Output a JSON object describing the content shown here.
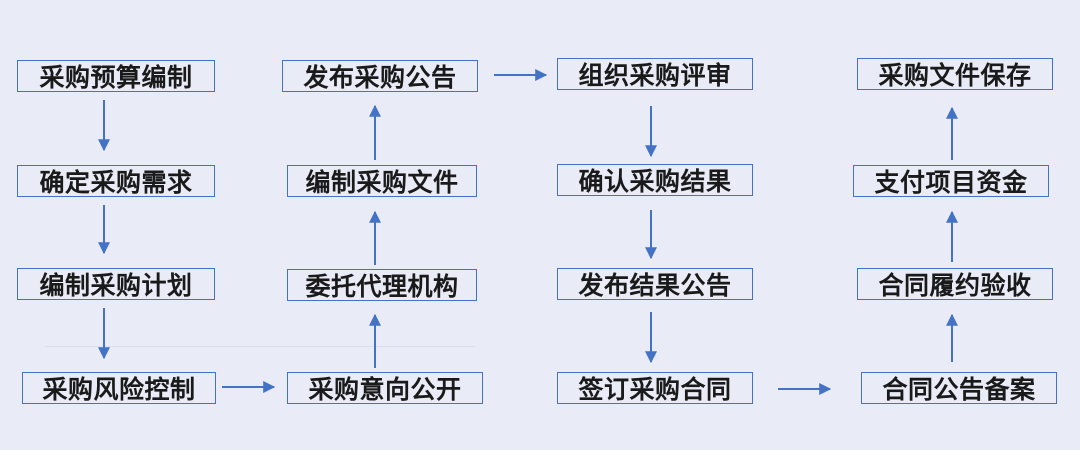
{
  "colors": {
    "background": "#e9ecf7",
    "box_border": "#4472c4",
    "arrow": "#4472c4",
    "text": "#1a1a1a"
  },
  "nodes": {
    "c1_1": "采购预算编制",
    "c1_2": "确定采购需求",
    "c1_3": "编制采购计划",
    "c1_4": "采购风险控制",
    "c2_1": "发布采购公告",
    "c2_2": "编制采购文件",
    "c2_3": "委托代理机构",
    "c2_4": "采购意向公开",
    "c3_1": "组织采购评审",
    "c3_2": "确认采购结果",
    "c3_3": "发布结果公告",
    "c3_4": "签订采购合同",
    "c4_1": "采购文件保存",
    "c4_2": "支付项目资金",
    "c4_3": "合同履约验收",
    "c4_4": "合同公告备案"
  },
  "edges": [
    [
      "c1_1",
      "c1_2"
    ],
    [
      "c1_2",
      "c1_3"
    ],
    [
      "c1_3",
      "c1_4"
    ],
    [
      "c1_4",
      "c2_4"
    ],
    [
      "c2_4",
      "c2_3"
    ],
    [
      "c2_3",
      "c2_2"
    ],
    [
      "c2_2",
      "c2_1"
    ],
    [
      "c2_1",
      "c3_1"
    ],
    [
      "c3_1",
      "c3_2"
    ],
    [
      "c3_2",
      "c3_3"
    ],
    [
      "c3_3",
      "c3_4"
    ],
    [
      "c3_4",
      "c4_4"
    ],
    [
      "c4_4",
      "c4_3"
    ],
    [
      "c4_3",
      "c4_2"
    ],
    [
      "c4_2",
      "c4_1"
    ]
  ]
}
